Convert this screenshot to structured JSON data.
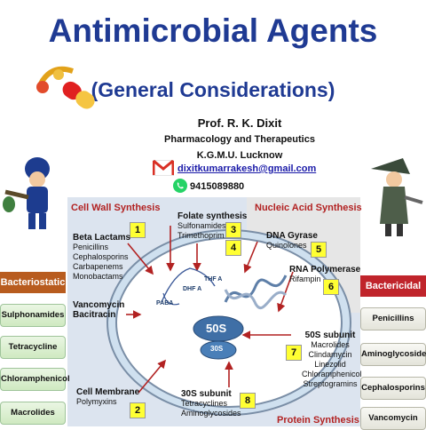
{
  "header": {
    "title": "Antimicrobial Agents",
    "subtitle": "(General Considerations)",
    "author": "Prof. R. K. Dixit",
    "department": "Pharmacology and Therapeutics",
    "institution": "K.G.M.U. Lucknow",
    "email": "dixitkumarrakesh@gmail.com",
    "phone": "9415089880"
  },
  "diagram": {
    "cell_wall": {
      "heading": "Cell Wall Synthesis",
      "number": "1",
      "group": "Beta Lactams",
      "drugs": [
        "Penicillins",
        "Cephalosporins",
        "Carbapenems",
        "Monobactams"
      ],
      "vancomycin": "Vancomycin",
      "bacitracin": "Bacitracin"
    },
    "folate": {
      "heading": "Folate synthesis",
      "drug1": "Sulfonamides",
      "drug2": "Trimethoprim",
      "number1": "3",
      "number2": "4",
      "paba": "PABA",
      "dhf": "DHF A",
      "thf": "THF A"
    },
    "nucleic": {
      "heading": "Nucleic Acid Synthesis",
      "gyrase": "DNA Gyrase",
      "gyrase_drug": "Quinolones",
      "gyrase_number": "5",
      "polymerase": "RNA Polymerase",
      "polymerase_drug": "Rifampin",
      "polymerase_number": "6"
    },
    "membrane": {
      "heading": "Cell Membrane",
      "drug": "Polymyxins",
      "number": "2"
    },
    "ribosome": {
      "large": "50S",
      "small": "30S"
    },
    "s50": {
      "heading": "50S subunit",
      "number": "7",
      "drugs": [
        "Macrolides",
        "Clindamycin",
        "Linezolid",
        "Chloramphenicol",
        "Streptogramins"
      ]
    },
    "s30": {
      "heading": "30S subunit",
      "number": "8",
      "drugs": [
        "Tetracyclines",
        "Aminoglycosides"
      ]
    },
    "protein_heading": "Protein Synthesis"
  },
  "bacteriostatic": {
    "heading": "Bacteriostatic",
    "items": [
      "Sulphonamides",
      "Tetracycline",
      "Chloramphenicol",
      "Macrolides"
    ]
  },
  "bactericidal": {
    "heading": "Bactericidal",
    "items": [
      "Penicillins",
      "Aminoglycosides",
      "Cephalosporins",
      "Vancomycin"
    ]
  },
  "colors": {
    "title": "#1f3a93",
    "heading_red": "#b22222",
    "bacteriostatic_head": "#b85c1f",
    "bactericidal_head": "#c0242b",
    "number_badge": "#ffff33"
  }
}
